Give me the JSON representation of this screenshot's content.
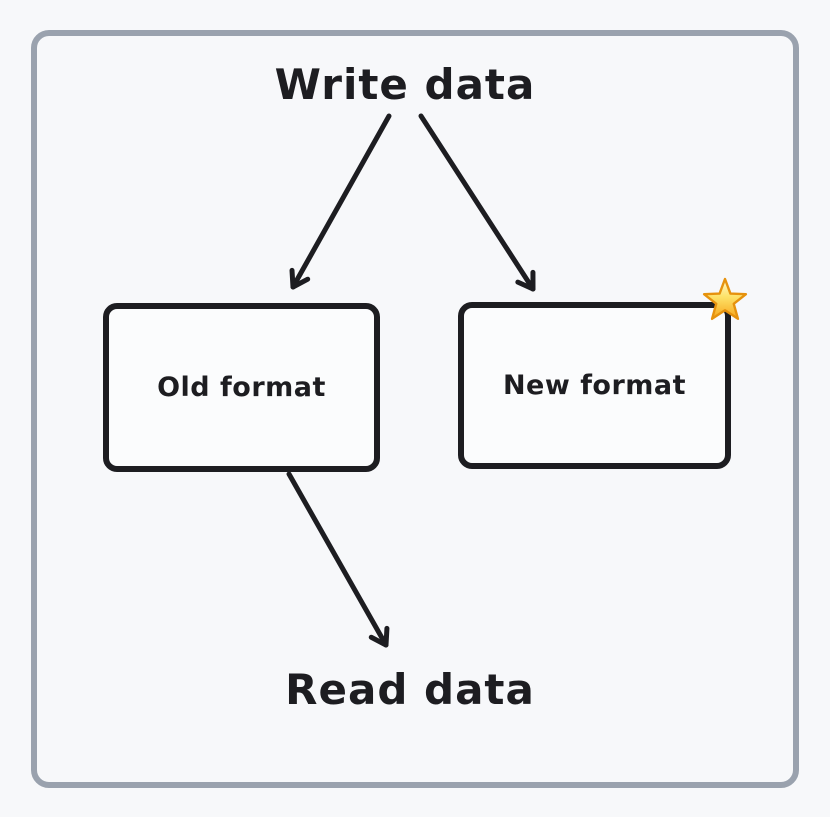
{
  "diagram": {
    "title": "Write data",
    "footer": "Read data",
    "nodes": [
      {
        "id": "old-format",
        "label": "Old format"
      },
      {
        "id": "new-format",
        "label": "New format",
        "badge": "star-icon"
      }
    ],
    "edges": [
      {
        "from": "write-data",
        "to": "old-format"
      },
      {
        "from": "write-data",
        "to": "new-format"
      },
      {
        "from": "old-format",
        "to": "read-data"
      }
    ],
    "colors": {
      "background": "#f7f8fa",
      "frame_border": "#9aa2ae",
      "ink": "#1d1d21",
      "star_highlight": "#fff4b8",
      "star_fill": "#f7a51b",
      "star_outline": "#e6920e"
    }
  }
}
